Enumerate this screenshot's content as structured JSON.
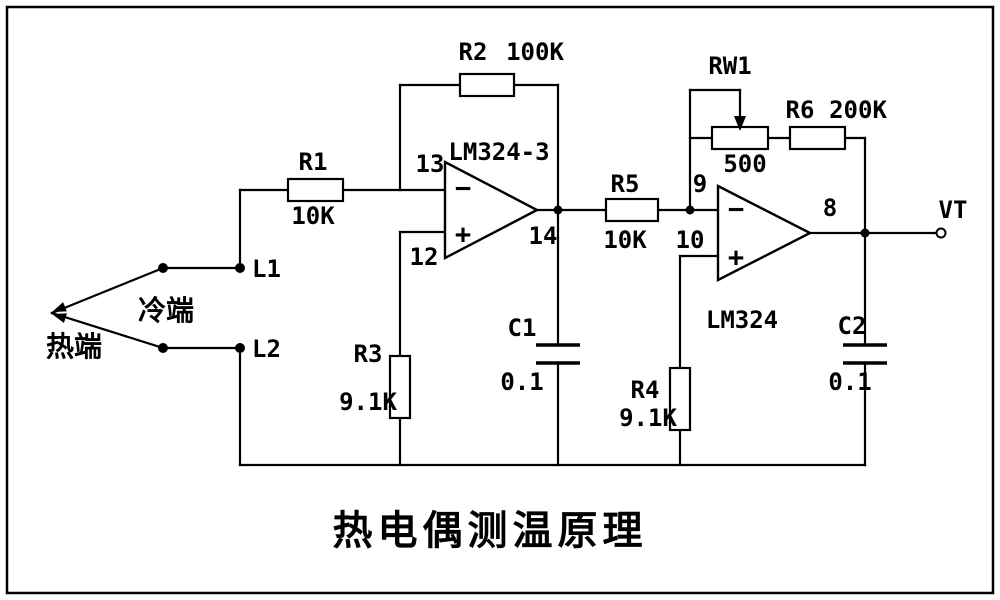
{
  "diagram_title": "热电偶测温原理",
  "colors": {
    "line": "#000000",
    "background": "#ffffff",
    "text": "#000000"
  },
  "thermocouple": {
    "hot_end_label": "热端",
    "cold_end_label": "冷端",
    "terminal_top": "L1",
    "terminal_bottom": "L2"
  },
  "components": {
    "r1": {
      "name": "R1",
      "value": "10K"
    },
    "r2": {
      "name": "R2",
      "value": "100K"
    },
    "r3": {
      "name": "R3",
      "value": "9.1K"
    },
    "r4": {
      "name": "R4",
      "value": "9.1K"
    },
    "r5": {
      "name": "R5",
      "value": "10K"
    },
    "r6": {
      "name": "R6",
      "value": "200K"
    },
    "rw1": {
      "name": "RW1",
      "value": "500"
    },
    "c1": {
      "name": "C1",
      "value": "0.1"
    },
    "c2": {
      "name": "C2",
      "value": "0.1"
    }
  },
  "opamp1": {
    "name": "LM324-3",
    "pin_inverting": "13",
    "pin_noninverting": "12",
    "pin_output": "14",
    "inverting_sign": "−",
    "noninverting_sign": "+"
  },
  "opamp2": {
    "name": "LM324",
    "pin_inverting": "9",
    "pin_noninverting": "10",
    "pin_output": "8",
    "inverting_sign": "−",
    "noninverting_sign": "+"
  },
  "output_terminal": "VT"
}
